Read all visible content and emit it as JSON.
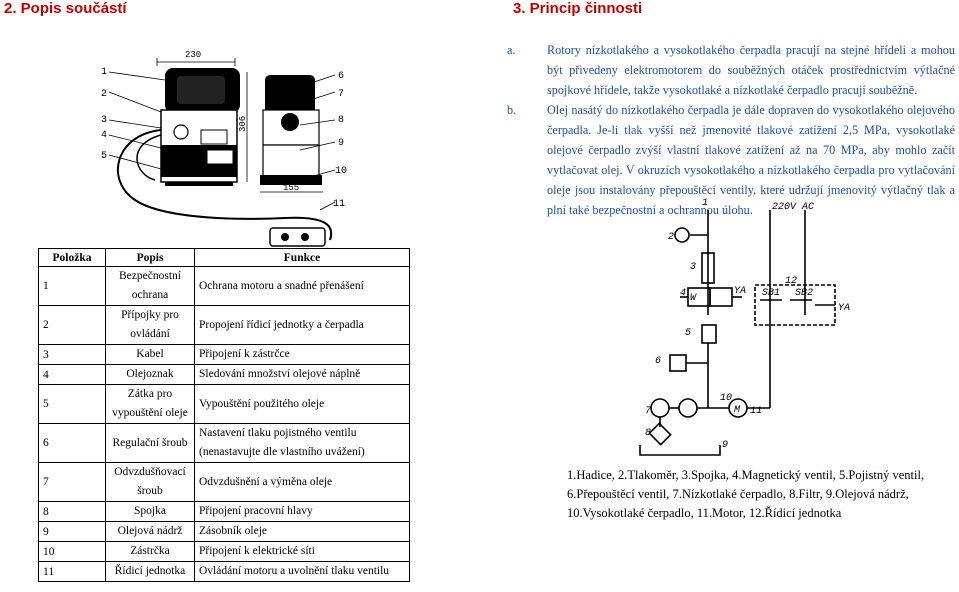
{
  "headings": {
    "left": "2. Popis součástí",
    "right": "3.  Princip činnosti"
  },
  "principle": [
    {
      "label": "a.",
      "text": "Rotory nízkotlakého a vysokotlakého čerpadla pracují na stejné hřídeli a mohou být přivedeny elektromotorem do souběžných otáček prostřednictvím výtlačné spojkové hřídele, takže vysokotlaké a nízkotlaké čerpadlo pracují souběžně."
    },
    {
      "label": "b.",
      "text": "Olej nasátý do nízkotlakého čerpadla je dále dopraven do vysokotlakého olejového čerpadla. Je-li tlak vyšší než jmenovité tlakové zatížení 2,5 MPa, vysokotlaké olejové čerpadlo zvýší vlastní tlakové zatížení až na 70 MPa, aby mohlo začít vytlačovat olej. V okruzích vysokotlakého a nízkotlakého čerpadla pro vytlačování oleje jsou instalovány přepouštěcí ventily, které udržují jmenovitý výtlačný tlak a plní také bezpečnostní a ochrannou úlohu."
    }
  ],
  "table": {
    "headers": [
      "Položka",
      "Popis",
      "Funkce"
    ],
    "rows": [
      {
        "n": "1",
        "desc": "Bezpečnostní ochrana",
        "func": "Ochrana motoru a snadné přenášení"
      },
      {
        "n": "2",
        "desc": "Přípojky pro ovládání",
        "func": "Propojení řídicí jednotky a čerpadla"
      },
      {
        "n": "3",
        "desc": "Kabel",
        "func": "Připojení k zástrčce"
      },
      {
        "n": "4",
        "desc": "Olejoznak",
        "func": "Sledování množství olejové náplně"
      },
      {
        "n": "5",
        "desc": "Zátka pro vypouštění oleje",
        "func": "Vypouštění použitého oleje"
      },
      {
        "n": "6",
        "desc": "Regulační šroub",
        "func": "Nastavení tlaku pojistného ventilu (nenastavujte dle vlastního uvážení)"
      },
      {
        "n": "7",
        "desc": "Odvzdušňovací šroub",
        "func": "Odvzdušnění a výměna oleje"
      },
      {
        "n": "8",
        "desc": "Spojka",
        "func": "Připojení pracovní hlavy"
      },
      {
        "n": "9",
        "desc": "Olejová nádrž",
        "func": "Zásobník oleje"
      },
      {
        "n": "10",
        "desc": "Zástrčka",
        "func": "Připojení k elektrické síti"
      },
      {
        "n": "11",
        "desc": "Řídicí jednotka",
        "func": "Ovládání motoru a uvolnění tlaku ventilu"
      }
    ]
  },
  "legend": [
    "1.Hadice, 2.Tlakoměr, 3.Spojka, 4.Magnetický ventil, 5.Pojistný ventil,",
    "6.Přepouštěcí ventil, 7.Nízkotlaké čerpadlo,    8.Filtr, 9.Olejová nádrž,",
    "10.Vysokotlaké čerpadlo, 11.Motor, 12.Řídicí jednotka"
  ],
  "pump_drawing": {
    "dims": [
      "230",
      "306",
      "155"
    ],
    "callouts": [
      "1",
      "2",
      "3",
      "4",
      "5",
      "6",
      "7",
      "8",
      "9",
      "10",
      "11"
    ]
  },
  "schematic": {
    "labels": [
      "1",
      "220V AC",
      "2",
      "3",
      "4",
      "W",
      "YA",
      "12",
      "SB1",
      "SB2",
      "YA",
      "5",
      "6",
      "7",
      "8",
      "9",
      "10",
      "11",
      "M"
    ]
  }
}
